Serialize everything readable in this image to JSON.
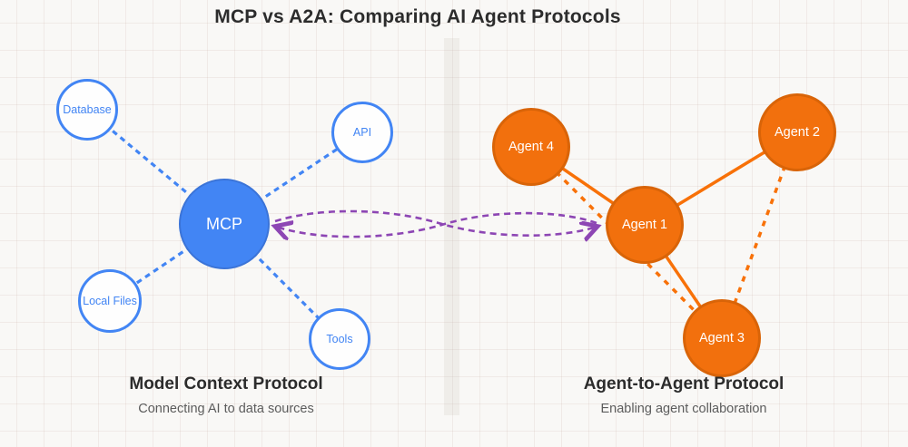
{
  "title": "MCP vs A2A: Comparing AI Agent Protocols",
  "colors": {
    "bg": "#f9f8f6",
    "ink": "#2c2c2c",
    "muted": "#5c5c5c",
    "blue": "#4285f4",
    "blue-dark": "#3b74d8",
    "orange": "#f87108",
    "orange-fill": "#f2700d",
    "orange-dark": "#d96408",
    "purple": "#8d46b4"
  },
  "mcp": {
    "hub_label": "MCP",
    "satellites": [
      "Database",
      "API",
      "Local Files",
      "Tools"
    ],
    "heading": "Model Context Protocol",
    "subheading": "Connecting AI to data sources"
  },
  "a2a": {
    "agents": [
      "Agent 1",
      "Agent 2",
      "Agent 3",
      "Agent 4"
    ],
    "heading": "Agent-to-Agent Protocol",
    "subheading": "Enabling agent collaboration"
  }
}
